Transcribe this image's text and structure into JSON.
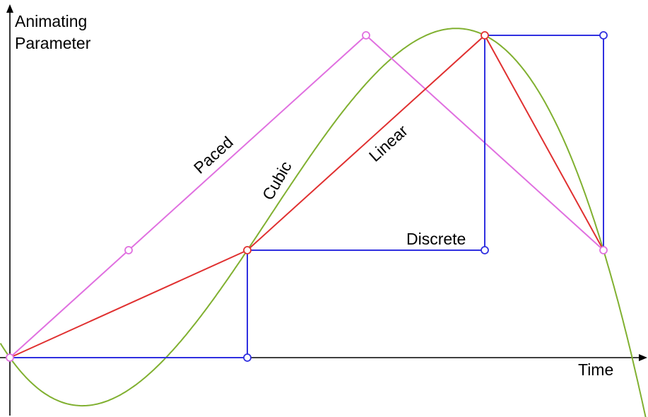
{
  "axes": {
    "y_label_line1": "Animating",
    "y_label_line2": "Parameter",
    "x_label": "Time"
  },
  "curve_labels": {
    "paced": "Paced",
    "cubic": "Cubic",
    "linear": "Linear",
    "discrete": "Discrete"
  },
  "colors": {
    "paced": "#e070e0",
    "cubic": "#80b030",
    "linear": "#e03030",
    "discrete": "#3030e0",
    "axis": "#000000"
  },
  "chart_data": {
    "type": "line",
    "keyframes_x": [
      0,
      1,
      2,
      3
    ],
    "keyframes_y": [
      0,
      1,
      3,
      1
    ],
    "series": [
      {
        "name": "Linear",
        "x": [
          0,
          1,
          2,
          2.5
        ],
        "y": [
          0,
          1,
          3,
          1
        ]
      },
      {
        "name": "Discrete",
        "x": [
          0,
          1,
          1,
          2,
          2,
          2.5,
          2.5
        ],
        "y": [
          0,
          0,
          1,
          1,
          3,
          3,
          1
        ]
      },
      {
        "name": "Paced",
        "x": [
          0,
          0.5,
          1.5,
          2.5
        ],
        "y": [
          0,
          1,
          3,
          1
        ]
      },
      {
        "name": "Cubic",
        "x": [
          0,
          1,
          2,
          2.5
        ],
        "y": [
          0,
          1,
          3,
          1
        ]
      }
    ]
  }
}
